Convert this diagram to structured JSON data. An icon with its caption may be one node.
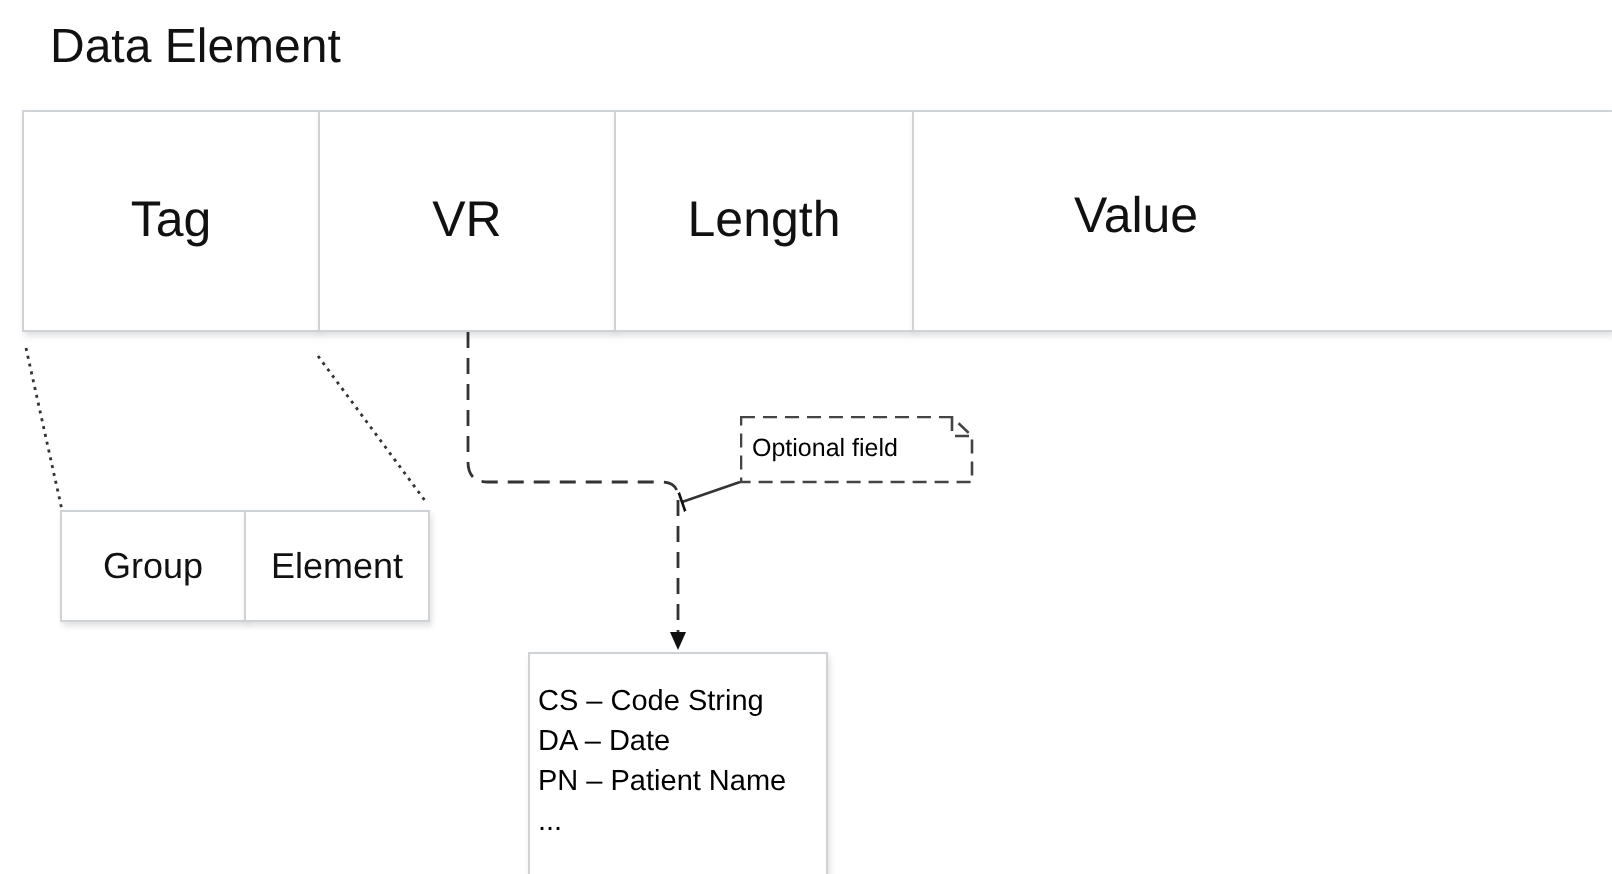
{
  "diagram": {
    "title": "Data Element",
    "nodes": [
      {
        "text": [
          "Tag"
        ]
      },
      {
        "text": [
          "VR"
        ]
      },
      {
        "text": [
          "Length"
        ]
      },
      {
        "text": [
          "Value"
        ]
      },
      {
        "text": [
          "Group"
        ]
      },
      {
        "text": [
          "Element"
        ]
      },
      {
        "text": [
          "Optional field"
        ]
      },
      {
        "text": [
          "CS – Code String",
          "DA – Date",
          "PN – Patient Name",
          "..."
        ]
      }
    ],
    "edges": [
      {
        "from": 0,
        "to": 4,
        "arrow": "none",
        "style": "dashed"
      },
      {
        "from": 0,
        "to": 5,
        "arrow": "none",
        "style": "dashed"
      },
      {
        "from": 1,
        "to": 7,
        "arrow": "to",
        "style": "dashed"
      },
      {
        "from": 6,
        "to": null,
        "arrow": "other"
      }
    ]
  }
}
